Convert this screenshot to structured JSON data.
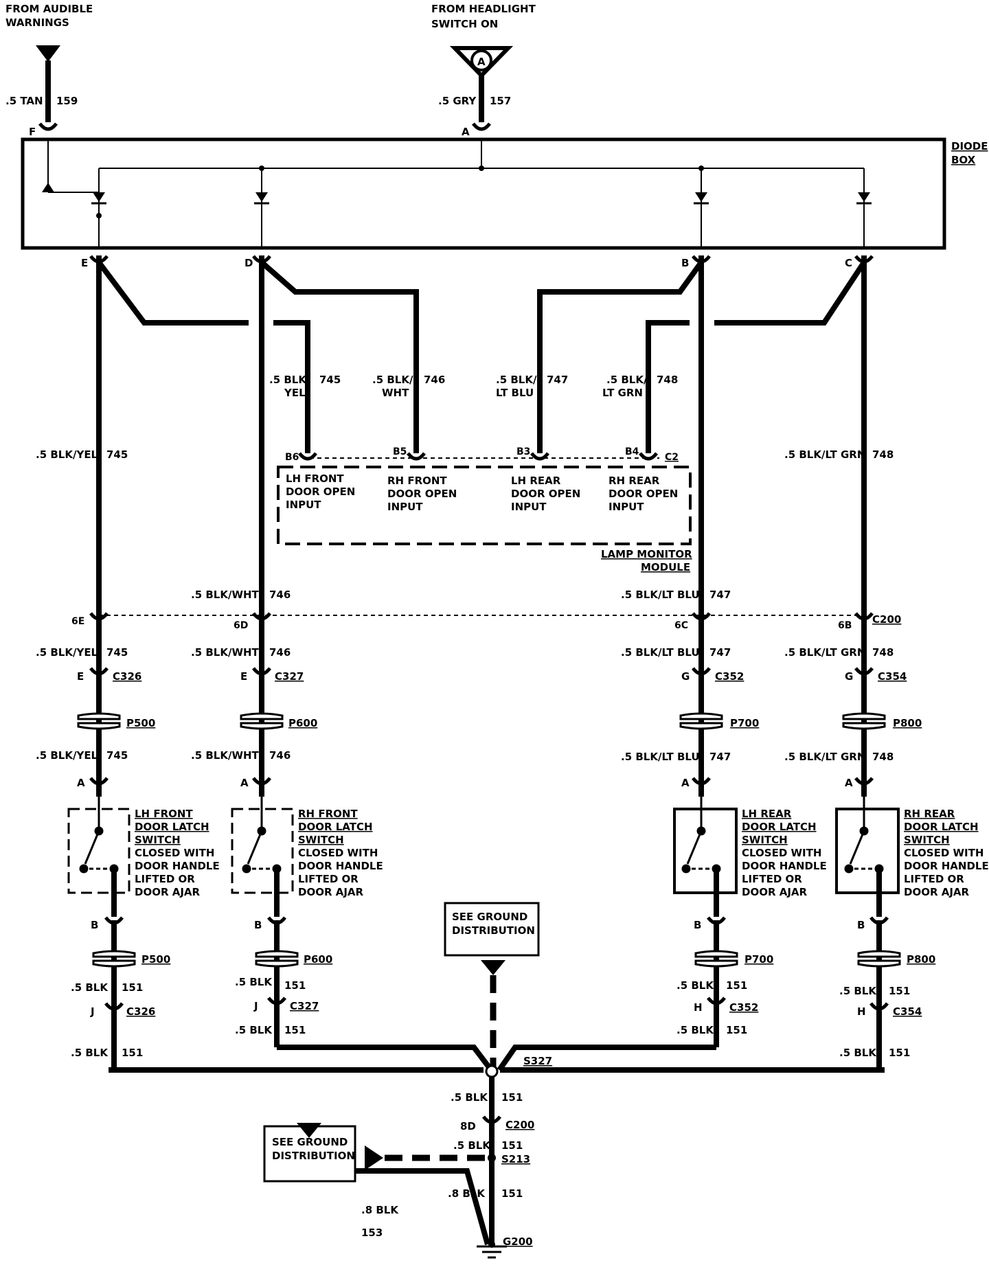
{
  "sources": {
    "audible": {
      "line1": "FROM AUDIBLE",
      "line2": "WARNINGS",
      "gauge": ".5 TAN",
      "circuit": "159",
      "pin": "F"
    },
    "headlight": {
      "line1": "FROM HEADLIGHT",
      "line2": "SWITCH ON",
      "gauge": ".5 GRY",
      "circuit": "157",
      "pin": "A",
      "badge": "A"
    }
  },
  "diode_box": {
    "line1": "DIODE",
    "line2": "BOX",
    "pins": [
      "E",
      "D",
      "B",
      "C"
    ]
  },
  "wires": {
    "w745": {
      "gauge": ".5 BLK/YEL",
      "circuit": "745",
      "upper_a": ".5 BLK/",
      "upper_b": "YEL"
    },
    "w746": {
      "gauge": ".5 BLK/WHT",
      "circuit": "746",
      "upper_a": ".5 BLK/",
      "upper_b": "WHT"
    },
    "w747": {
      "gauge": ".5 BLK/LT BLU",
      "circuit": "747",
      "upper_a": ".5 BLK/",
      "upper_b": "LT BLU"
    },
    "w748": {
      "gauge": ".5 BLK/LT GRN",
      "circuit": "748",
      "upper_a": ".5 BLK/",
      "upper_b": "LT GRN"
    }
  },
  "lamp_monitor": {
    "title1": "LAMP MONITOR",
    "title2": "MODULE",
    "connector": "C2",
    "inputs": [
      {
        "pin": "B6",
        "l1": "LH FRONT",
        "l2": "DOOR OPEN",
        "l3": "INPUT"
      },
      {
        "pin": "B5",
        "l1": "RH FRONT",
        "l2": "DOOR OPEN",
        "l3": "INPUT"
      },
      {
        "pin": "B3",
        "l1": "LH REAR",
        "l2": "DOOR OPEN",
        "l3": "INPUT"
      },
      {
        "pin": "B4",
        "l1": "RH REAR",
        "l2": "DOOR OPEN",
        "l3": "INPUT"
      }
    ]
  },
  "c200_top": {
    "name": "C200",
    "pins": [
      "6E",
      "6D",
      "6C",
      "6B"
    ]
  },
  "columns": [
    {
      "upper_conn": "C326",
      "upper_pin": "E",
      "passthrough": "P500",
      "switch_pin_top": "A",
      "switch_pin_bottom": "B",
      "lower_conn": "C326",
      "lower_pin": "J",
      "switch": {
        "l1": "LH FRONT",
        "l2": "DOOR LATCH",
        "l3": "SWITCH",
        "l4": "CLOSED WITH",
        "l5": "DOOR HANDLE",
        "l6": "LIFTED OR",
        "l7": "DOOR AJAR"
      }
    },
    {
      "upper_conn": "C327",
      "upper_pin": "E",
      "passthrough": "P600",
      "switch_pin_top": "A",
      "switch_pin_bottom": "B",
      "lower_conn": "C327",
      "lower_pin": "J",
      "switch": {
        "l1": "RH FRONT",
        "l2": "DOOR LATCH",
        "l3": "SWITCH",
        "l4": "CLOSED WITH",
        "l5": "DOOR HANDLE",
        "l6": "LIFTED OR",
        "l7": "DOOR AJAR"
      }
    },
    {
      "upper_conn": "C352",
      "upper_pin": "G",
      "passthrough": "P700",
      "switch_pin_top": "A",
      "switch_pin_bottom": "B",
      "lower_conn": "C352",
      "lower_pin": "H",
      "switch": {
        "l1": "LH REAR",
        "l2": "DOOR LATCH",
        "l3": "SWITCH",
        "l4": "CLOSED WITH",
        "l5": "DOOR HANDLE",
        "l6": "LIFTED OR",
        "l7": "DOOR AJAR"
      }
    },
    {
      "upper_conn": "C354",
      "upper_pin": "G",
      "passthrough": "P800",
      "switch_pin_top": "A",
      "switch_pin_bottom": "B",
      "lower_conn": "C354",
      "lower_pin": "H",
      "switch": {
        "l1": "RH REAR",
        "l2": "DOOR LATCH",
        "l3": "SWITCH",
        "l4": "CLOSED WITH",
        "l5": "DOOR HANDLE",
        "l6": "LIFTED OR",
        "l7": "DOOR AJAR"
      }
    }
  ],
  "ground": {
    "blk_gauge": ".5 BLK",
    "blk_circuit": "151",
    "see_ground_1": "SEE GROUND",
    "see_ground_2": "DISTRIBUTION",
    "splice_main": "S327",
    "c200_pin": "8D",
    "c200": "C200",
    "splice_lower": "S213",
    "lower_gauge": ".8 BLK",
    "lower_circuit": "151",
    "g153_gauge": ".8 BLK",
    "g153_circuit": "153",
    "ground_point": "G200"
  }
}
